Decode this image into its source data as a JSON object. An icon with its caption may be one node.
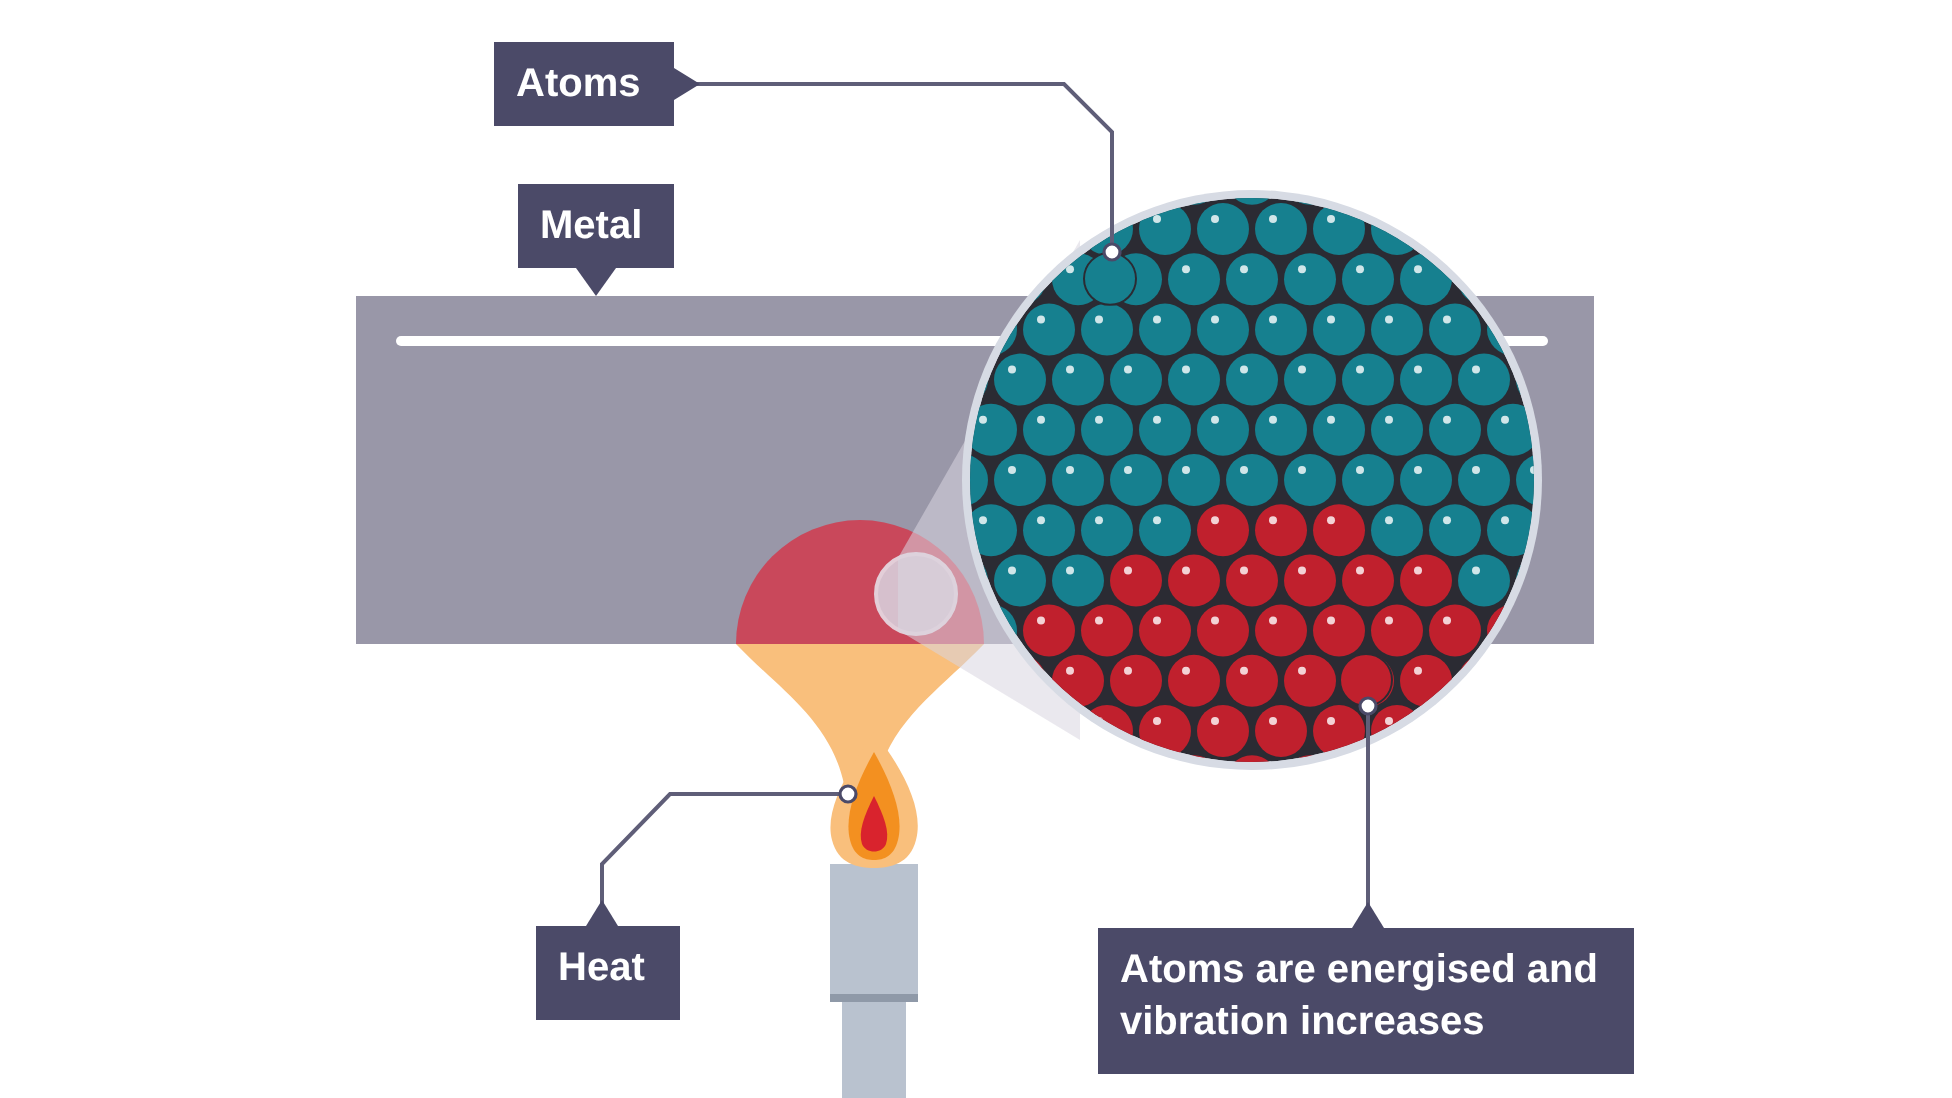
{
  "diagram": {
    "nodes": [
      {
        "text": [
          "Atoms"
        ]
      },
      {
        "text": [
          "Metal"
        ]
      },
      {
        "text": [
          "Heat"
        ]
      },
      {
        "text": [
          "Atoms are energised and vibration increases"
        ]
      },
      {
        "text": [],
        "shape": "circle"
      },
      {
        "text": [],
        "shape": "picture"
      },
      {
        "text": [],
        "shape": "circle"
      }
    ],
    "edges": [
      {
        "from": 0,
        "to": 4,
        "arrow": "other"
      },
      {
        "from": 2,
        "to": 5,
        "arrow": "other"
      },
      {
        "from": 3,
        "to": 6,
        "arrow": "other"
      }
    ]
  }
}
